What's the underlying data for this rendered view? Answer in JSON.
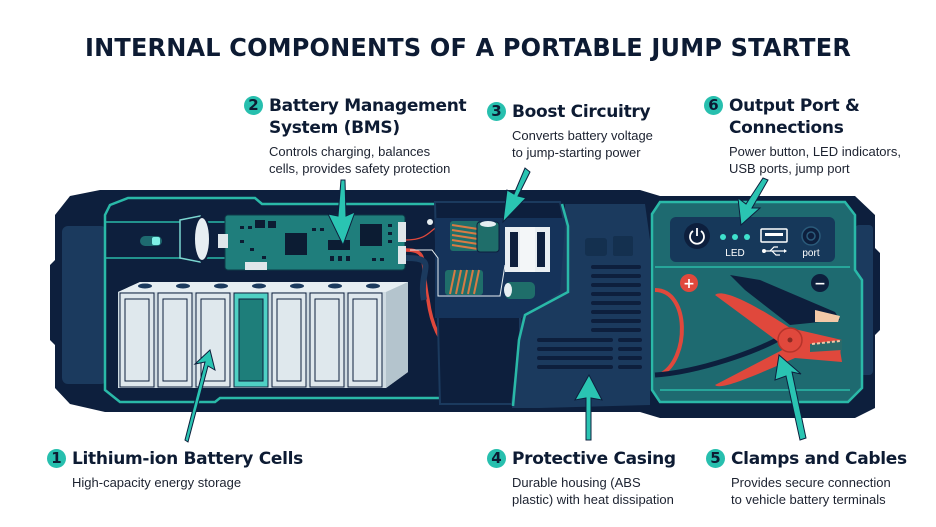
{
  "title": "INTERNAL COMPONENTS OF A PORTABLE JUMP STARTER",
  "colors": {
    "accent_teal": "#27bfae",
    "casing_dark": "#0d1f3d",
    "casing_mid": "#1b3a5e",
    "panel_teal": "#1e6a70",
    "cable_red": "#e0483c",
    "text_dark": "#0d1b33"
  },
  "callouts": [
    {
      "number": "1",
      "title": "Lithium-ion Battery Cells",
      "description": "High-capacity energy storage",
      "icon": "battery-cells"
    },
    {
      "number": "2",
      "title": "Battery Management System (BMS)",
      "title_lines": [
        "Battery Management",
        "System (BMS)"
      ],
      "description": "Controls charging, balances cells, provides safety protection",
      "description_lines": [
        "Controls charging, balances",
        "cells, provides safety protection"
      ],
      "icon": "circuit-board"
    },
    {
      "number": "3",
      "title": "Boost Circuitry",
      "description": "Converts battery voltage to jump-starting power",
      "description_lines": [
        "Converts battery voltage",
        "to jump-starting power"
      ],
      "icon": "transformer"
    },
    {
      "number": "4",
      "title": "Protective Casing",
      "description": "Durable housing (ABS plastic) with heat dissipation",
      "description_lines": [
        "Durable housing (ABS",
        "plastic) with heat dissipation"
      ],
      "icon": "casing"
    },
    {
      "number": "5",
      "title": "Clamps and Cables",
      "description": "Provides secure connection to vehicle battery terminals",
      "description_lines": [
        "Provides secure connection",
        "to vehicle battery terminals"
      ],
      "icon": "clamp"
    },
    {
      "number": "6",
      "title": "Output Port & Connections",
      "title_lines": [
        "Output Port &",
        "Connections"
      ],
      "description": "Power button, LED indicators, USB ports, jump port",
      "description_lines": [
        "Power button, LED indicators,",
        "USB ports, jump port"
      ],
      "icon": "ports"
    }
  ],
  "device": {
    "port_labels": {
      "led": "LED",
      "port": "port"
    },
    "terminal_signs": {
      "positive": "+",
      "negative": "−"
    },
    "icons": [
      "power-icon",
      "led-indicator-icon",
      "usb-port-icon",
      "usb-symbol-icon",
      "dc-port-icon",
      "flashlight-icon"
    ]
  }
}
